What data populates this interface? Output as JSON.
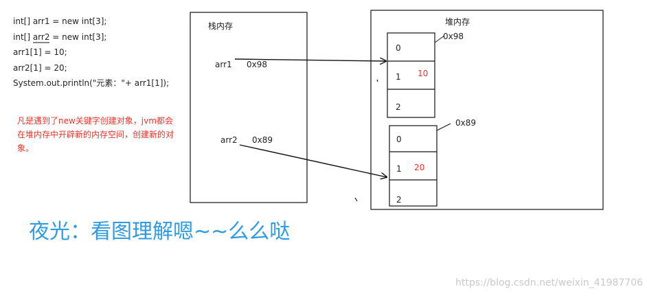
{
  "code_lines": [
    "int[] arr1 = new int[3];",
    "int[] arr2 = new int[3];",
    "arr1[1] = 10;",
    "arr2[1] = 20;",
    "System.out.println(\"元素：\"+ arr1[1]);"
  ],
  "note": "凡是遇到了new关键字创建对象，jvm都会在堆内存中开辟新的内存空间，创建新的对象。",
  "stack": {
    "title": "栈内存",
    "arr1_label": "arr1",
    "arr1_addr": "0x98",
    "arr2_label": "arr2",
    "arr2_addr": "0x89"
  },
  "heap": {
    "title": "堆内存",
    "array1": {
      "addr": "0x98",
      "indices": [
        "0",
        "1",
        "2"
      ],
      "value_label": "10"
    },
    "array2": {
      "addr": "0x89",
      "indices": [
        "0",
        "1",
        "2"
      ],
      "value_label": "20"
    }
  },
  "caption": "夜光：看图理解嗯~~么么哒",
  "watermark": "https://blog.csdn.net/weixin_41987706",
  "colors": {
    "red": "#e8352a",
    "blue": "#2f9be0",
    "watermark": "#c9c9c9"
  }
}
